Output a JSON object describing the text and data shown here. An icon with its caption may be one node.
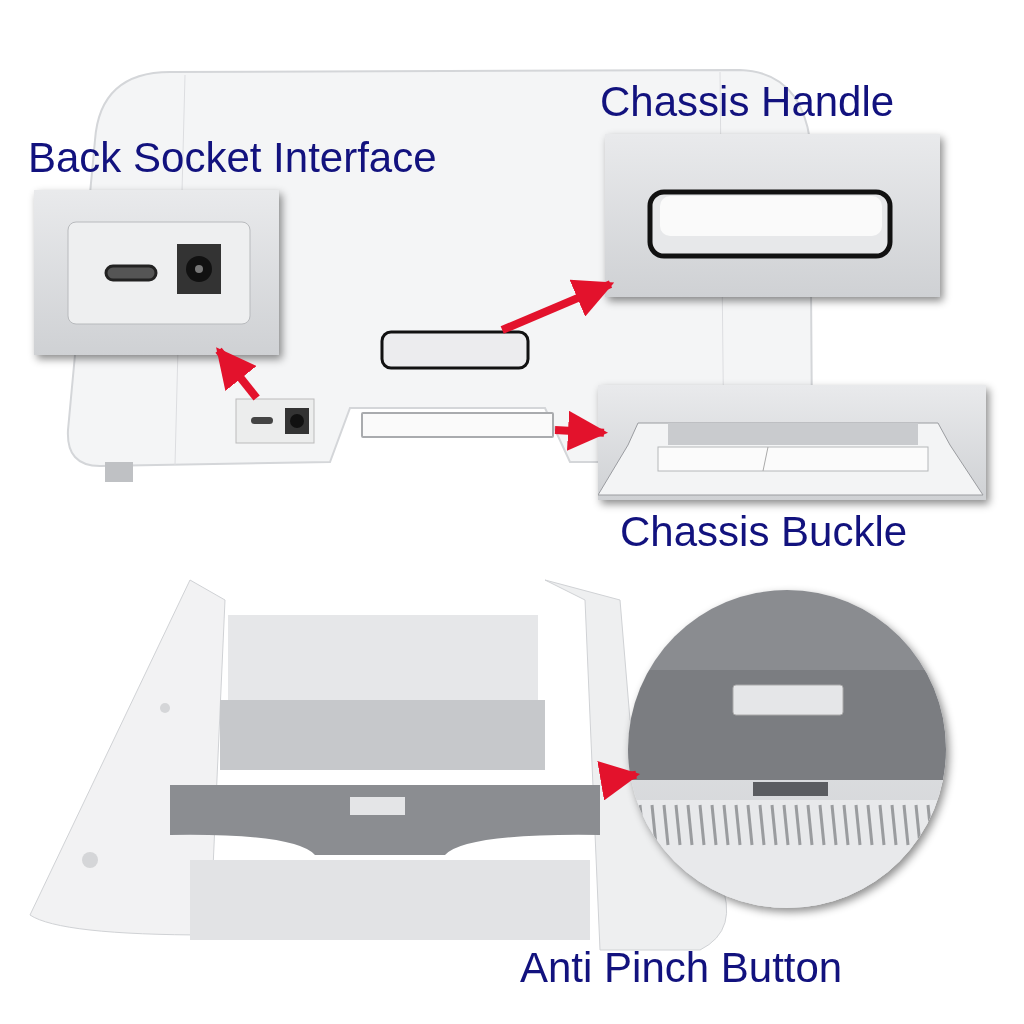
{
  "diagram": {
    "nodes": [
      {
        "text": [
          "Back Socket Interface"
        ]
      },
      {
        "text": [],
        "shape": "picture"
      },
      {
        "text": [
          "Chassis Handle"
        ]
      },
      {
        "text": [],
        "shape": "box"
      },
      {
        "text": [
          "Chassis Buckle"
        ]
      },
      {
        "text": [],
        "shape": "box"
      },
      {
        "text": [
          "Anti Pinch Button"
        ]
      },
      {
        "text": [],
        "shape": "picture"
      }
    ],
    "edges": [
      {
        "from": 1,
        "to": 0,
        "arrow": "to"
      },
      {
        "from": 3,
        "to": 2,
        "arrow": "to"
      },
      {
        "from": 5,
        "to": 4,
        "arrow": "to"
      },
      {
        "from": 7,
        "to": 6,
        "arrow": "to"
      }
    ]
  }
}
